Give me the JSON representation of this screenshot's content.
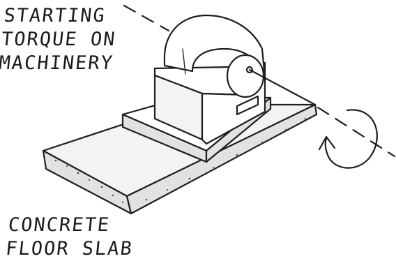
{
  "labels": {
    "starting_torque": [
      "STARTING",
      "TORQUE ON",
      "MACHINERY"
    ],
    "concrete_slab": [
      "CONCRETE",
      "FLOOR SLAB"
    ]
  }
}
